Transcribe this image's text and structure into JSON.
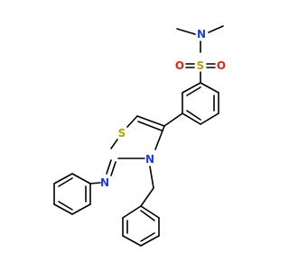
{
  "molecule": {
    "atoms": {
      "sulfonyl_s": "S",
      "sulfonyl_o_top": "O",
      "sulfonyl_o_right": "O",
      "sulfonamide_n": "N",
      "thiazole_s": "S",
      "thiazole_n": "N",
      "imine_n": "N"
    }
  },
  "colors": {
    "bond": "#000000",
    "nitrogen": "#1f3fd6",
    "oxygen": "#e8220f",
    "sulfur": "#b8a100"
  }
}
